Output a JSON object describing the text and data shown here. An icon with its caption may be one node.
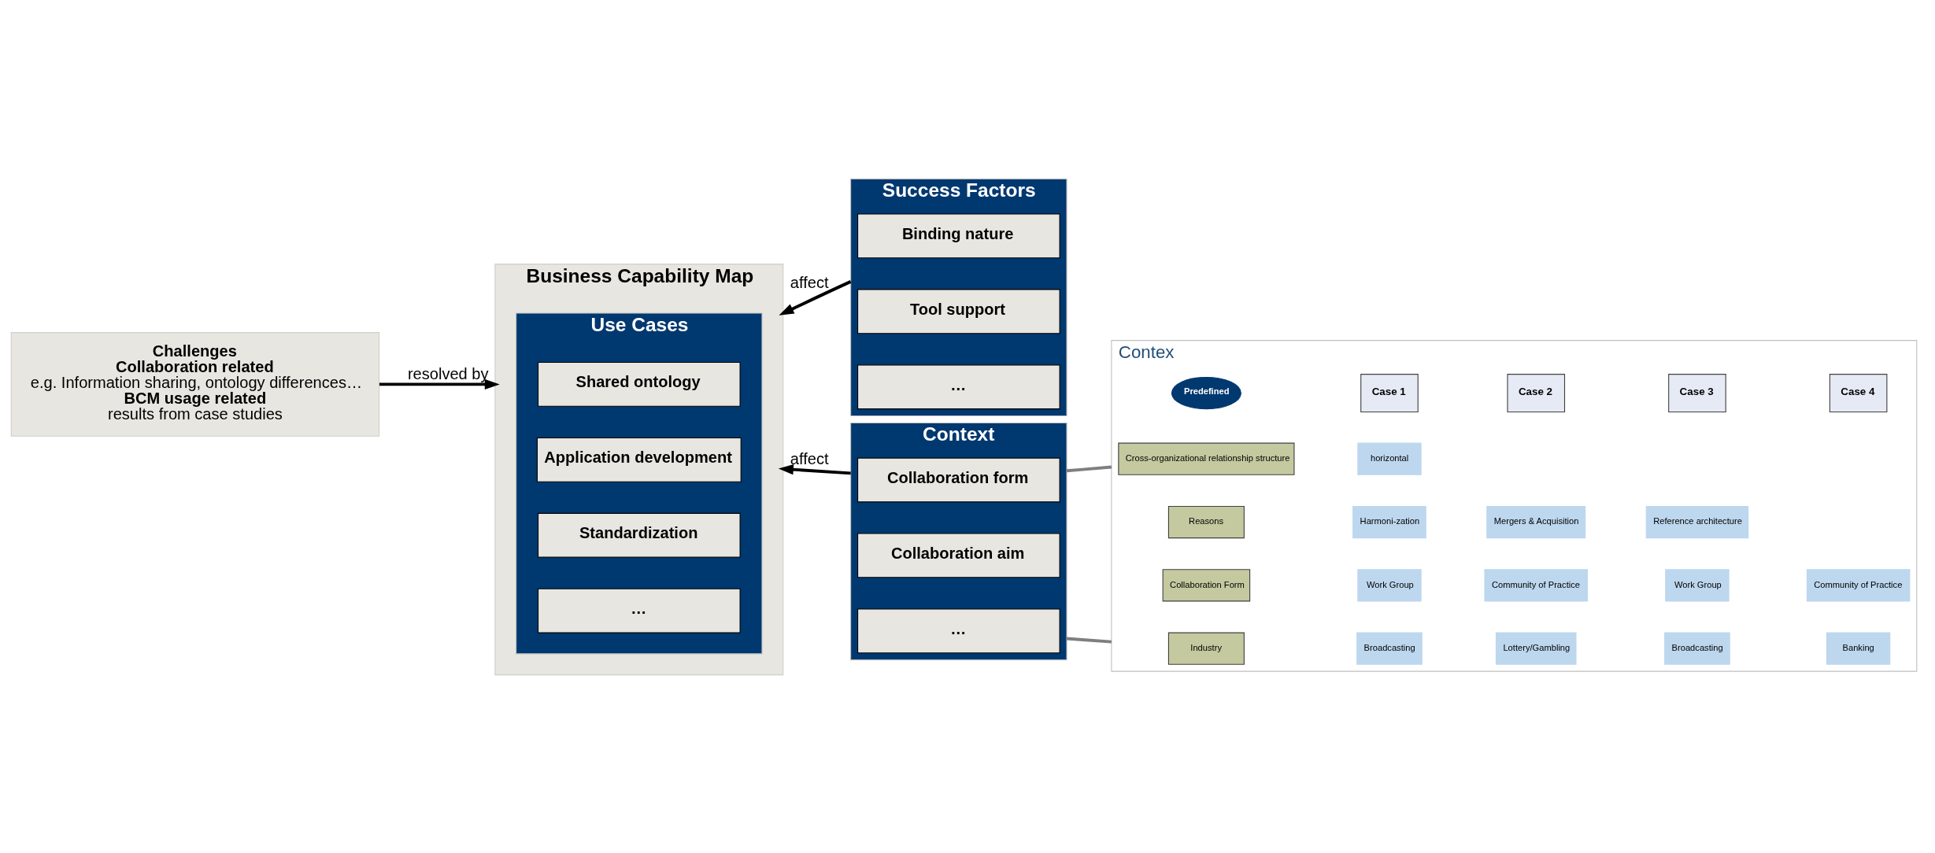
{
  "diagram": {
    "nodes": [
      {
        "text": [
          "Challenges",
          "Collaboration related",
          "e.g. Information sharing, ontology differences…",
          "BCM usage related",
          "results from case studies"
        ]
      },
      {
        "text": [
          "Business Capability Map"
        ]
      },
      {
        "text": [
          "Use Cases"
        ],
        "in": 1
      },
      {
        "text": [
          "Shared ontology"
        ],
        "in": 2
      },
      {
        "text": [
          "Application development"
        ],
        "in": 2
      },
      {
        "text": [
          "Standardization"
        ],
        "in": 2
      },
      {
        "text": [
          "…"
        ],
        "in": 2
      },
      {
        "text": [
          "Success Factors"
        ]
      },
      {
        "text": [
          "Binding nature"
        ],
        "in": 7
      },
      {
        "text": [
          "Tool support"
        ],
        "in": 7
      },
      {
        "text": [
          "…"
        ],
        "in": 7
      },
      {
        "text": [
          "Context"
        ]
      },
      {
        "text": [
          "Collaboration form"
        ],
        "in": 11
      },
      {
        "text": [
          "Collaboration aim"
        ],
        "in": 11
      },
      {
        "text": [
          "…"
        ],
        "in": 11
      },
      {
        "text": [
          "Contex"
        ]
      },
      {
        "text": [
          "Predefined"
        ],
        "in": 15
      },
      {
        "text": [
          "Case 1"
        ],
        "in": 15
      },
      {
        "text": [
          "Case 2"
        ],
        "in": 15
      },
      {
        "text": [
          "Case 3"
        ],
        "in": 15
      },
      {
        "text": [
          "Case 4"
        ],
        "in": 15
      },
      {
        "text": [
          "Cross-organizational relationship structure"
        ],
        "in": 15
      },
      {
        "text": [
          "Reasons"
        ],
        "in": 15
      },
      {
        "text": [
          "Collaboration Form"
        ],
        "in": 15
      },
      {
        "text": [
          "Industry"
        ],
        "in": 15
      },
      {
        "text": [
          "horizontal"
        ],
        "in": 15
      },
      {
        "text": [
          "Harmoni-zation"
        ],
        "in": 15
      },
      {
        "text": [
          "Mergers & Acquisition"
        ],
        "in": 15
      },
      {
        "text": [
          "Reference architecture"
        ],
        "in": 15
      },
      {
        "text": [
          "Work Group"
        ],
        "in": 15
      },
      {
        "text": [
          "Community of Practice"
        ],
        "in": 15
      },
      {
        "text": [
          "Work Group"
        ],
        "in": 15
      },
      {
        "text": [
          "Community of Practice"
        ],
        "in": 15
      },
      {
        "text": [
          "Broadcasting"
        ],
        "in": 15
      },
      {
        "text": [
          "Lottery/Gambling"
        ],
        "in": 15
      },
      {
        "text": [
          "Broadcasting"
        ],
        "in": 15
      },
      {
        "text": [
          "Banking"
        ],
        "in": 15
      }
    ],
    "edges": [
      {
        "from": 0,
        "to": 1,
        "arrow": "to",
        "label": "resolved by"
      },
      {
        "from": 7,
        "to": 1,
        "arrow": "to",
        "label": "affect"
      },
      {
        "from": 11,
        "to": 1,
        "arrow": "to",
        "label": "affect"
      },
      {
        "from": 11,
        "to": 15,
        "arrow": "none",
        "color": "#7f7f7f"
      },
      {
        "from": 11,
        "to": 15,
        "arrow": "none",
        "color": "#7f7f7f"
      }
    ]
  }
}
